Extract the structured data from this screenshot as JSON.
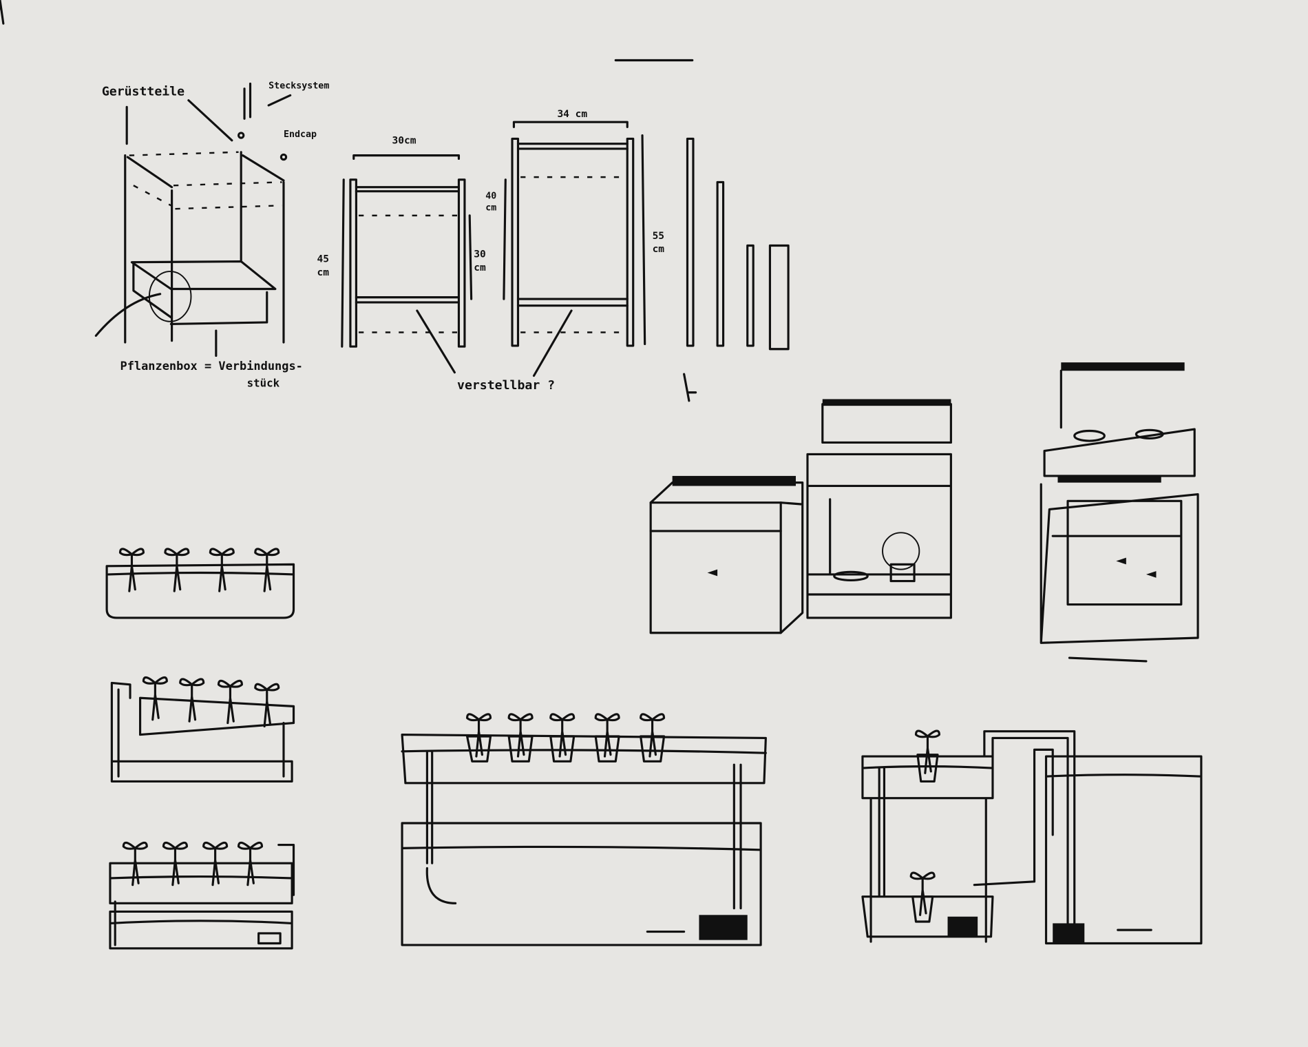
{
  "labels": {
    "geruestteile": "Gerüstteile",
    "stecksystem": "Stecksystem",
    "endcap": "Endcap",
    "pflanzenbox": "Pflanzenbox = Verbindungs-",
    "pflanzenbox_2": "stück",
    "verstellbar": "verstellbar ?",
    "width_small": "30cm",
    "width_large": "34 cm",
    "height_45": "45",
    "height_45_unit": "cm",
    "height_30": "30",
    "height_30_unit": "cm",
    "height_40": "40",
    "height_40_unit": "cm",
    "height_55": "55",
    "height_55_unit": "cm"
  },
  "colors": {
    "background": "#e7e6e3",
    "ink": "#111111"
  }
}
